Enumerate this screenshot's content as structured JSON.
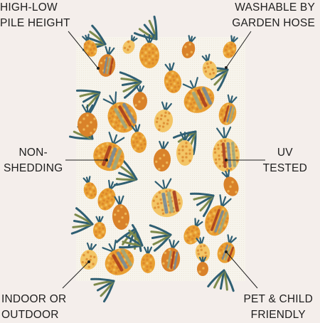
{
  "features": {
    "top_left": {
      "line1": "HIGH-LOW",
      "line2": "PILE HEIGHT"
    },
    "top_right": {
      "line1": "WASHABLE BY",
      "line2": "GARDEN HOSE"
    },
    "mid_left": {
      "line1": "NON-",
      "line2": "SHEDDING"
    },
    "mid_right": {
      "line1": "UV",
      "line2": "TESTED"
    },
    "bottom_left": {
      "line1": "INDOOR OR",
      "line2": "OUTDOOR"
    },
    "bottom_right": {
      "line1": "PET & CHILD",
      "line2": "FRIENDLY"
    }
  },
  "rug": {
    "pattern": "pineapple",
    "colors": {
      "background": "#f4eeeb",
      "rug_base": "#f7f4ec",
      "pineapple_gold": "#e9a033",
      "pineapple_orange": "#d9822a",
      "pineapple_light": "#f3c566",
      "pineapple_rust": "#a43a1e",
      "pineapple_slate": "#6f8aa0",
      "pineapple_sage": "#9aa884",
      "leaf_teal": "#2f5f73",
      "leaf_green": "#7d8a4c"
    }
  }
}
